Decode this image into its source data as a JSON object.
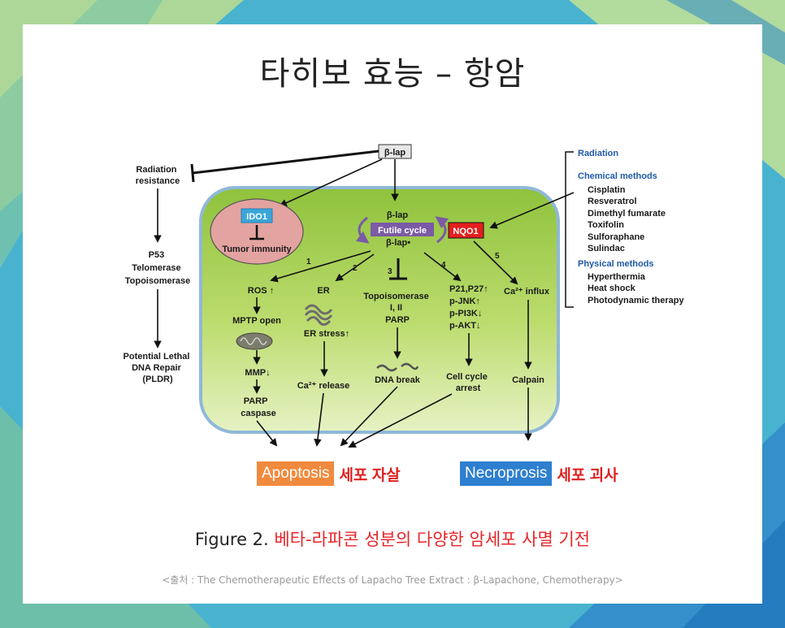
{
  "slide": {
    "title": "타히보 효능 – 항암",
    "caption_prefix": "Figure 2.",
    "caption_main": "베타-라파콘 성분의 다양한 암세포 사멸 기전",
    "source": "<출처 : The Chemotherapeutic Effects of Lapacho Tree Extract : β-Lapachone, Chemotherapy>"
  },
  "colors": {
    "cell_fill": "#9fcb4a",
    "cell_border": "#8ab0c8",
    "ido_circle": "#e09a9a",
    "apoptosis": "#f08a3e",
    "necroptosis": "#2e7fd0",
    "korean_red": "#e02020",
    "nqo1": "#e41e1e",
    "futile": "#7b5aa6",
    "ido1": "#3aa6d8"
  },
  "diagram": {
    "top_drug": "β-lap",
    "left_column": {
      "radiation_resistance": [
        "Radiation",
        "resistance"
      ],
      "p53_group": [
        "P53",
        "Telomerase",
        "Topoisomerase"
      ],
      "pldr": [
        "Potential Lethal",
        "DNA Repair",
        "(PLDR)"
      ]
    },
    "cell": {
      "ido1": "IDO1",
      "tumor_immunity": "Tumor immunity",
      "beta_lap_top": "β-lap",
      "futile_cycle": "Futile cycle",
      "beta_lap_radical": "β-lap•",
      "nqo1": "NQO1",
      "path_numbers": [
        "1",
        "2",
        "3",
        "4",
        "5"
      ],
      "path1": [
        "ROS ↑",
        "MPTP open",
        "MMP↓",
        "PARP",
        "caspase"
      ],
      "path2": [
        "ER",
        "ER stress↑",
        "Ca²⁺ release"
      ],
      "path3": [
        "Topoisomerase",
        "I, II",
        "PARP",
        "DNA break"
      ],
      "path4": [
        "P21,P27↑",
        "p-JNK↑",
        "p-PI3K↓",
        "p-AKT↓",
        "Cell cycle",
        "arrest"
      ],
      "path5": [
        "Ca²⁺ influx",
        "Calpain"
      ]
    },
    "right_panel": {
      "radiation": "Radiation",
      "chemical_heading": "Chemical methods",
      "chemical_items": [
        "Cisplatin",
        "Resveratrol",
        "Dimethyl fumarate",
        "Toxifolin",
        "Sulforaphane",
        "Sulindac"
      ],
      "physical_heading": "Physical methods",
      "physical_items": [
        "Hyperthermia",
        "Heat shock",
        "Photodynamic therapy"
      ]
    }
  },
  "outcomes": {
    "apoptosis": "Apoptosis",
    "apoptosis_kor": "세포 자살",
    "necroptosis": "Necroprosis",
    "necroptosis_kor": "세포 괴사"
  }
}
